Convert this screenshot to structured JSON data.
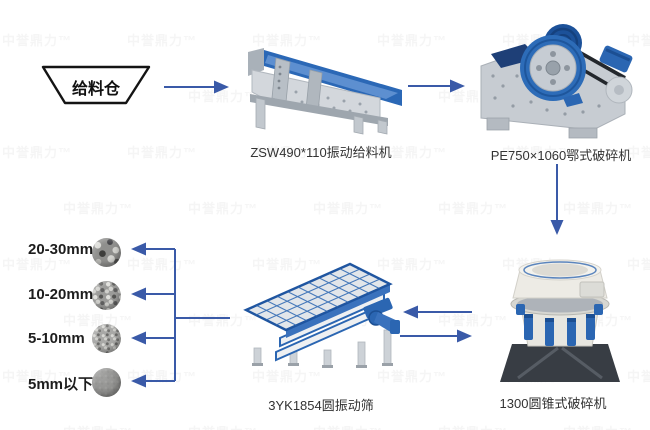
{
  "watermark": {
    "text": "中誉鼎力™"
  },
  "flow": {
    "hopper": {
      "label": "给料仓"
    },
    "machines": [
      {
        "id": "vibrating-feeder",
        "label": "ZSW490*110振动给料机"
      },
      {
        "id": "jaw-crusher",
        "label": "PE750×1060鄂式破碎机"
      },
      {
        "id": "cone-crusher",
        "label": "1300圆锥式破碎机"
      },
      {
        "id": "vibrating-screen",
        "label": "3YK1854圆振动筛"
      }
    ],
    "products": [
      {
        "label": "20-30mm"
      },
      {
        "label": "10-20mm"
      },
      {
        "label": "5-10mm"
      },
      {
        "label": "5mm以下"
      }
    ]
  },
  "colors": {
    "arrow_blue": "#3a5aa8",
    "machine_blue": "#2b68b6",
    "machine_blue_dark": "#1c4f93",
    "steel_gray": "#c9ced4"
  }
}
